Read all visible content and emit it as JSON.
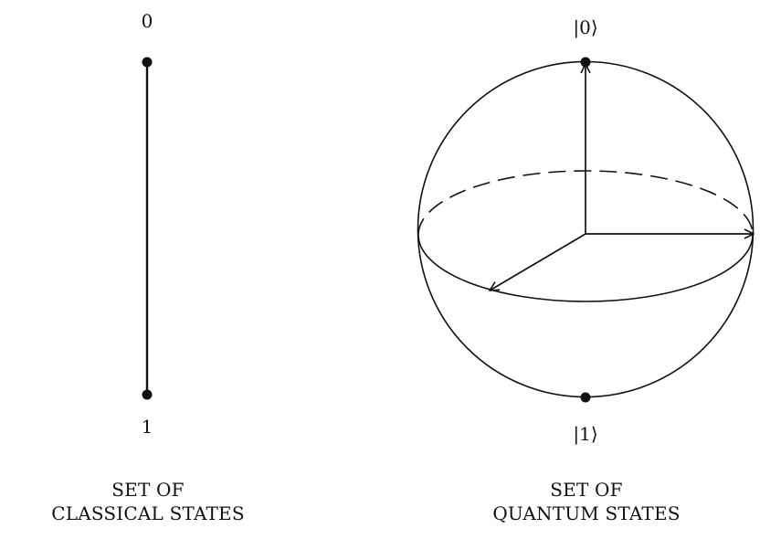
{
  "classical": {
    "top_label": "0",
    "bottom_label": "1",
    "caption_line1": "SET OF",
    "caption_line2": "CLASSICAL STATES"
  },
  "quantum": {
    "top_label": "|0⟩",
    "bottom_label": "|1⟩",
    "caption_line1": "SET OF",
    "caption_line2": "QUANTUM STATES"
  },
  "colors": {
    "ink": "#111111",
    "background": "#ffffff"
  }
}
